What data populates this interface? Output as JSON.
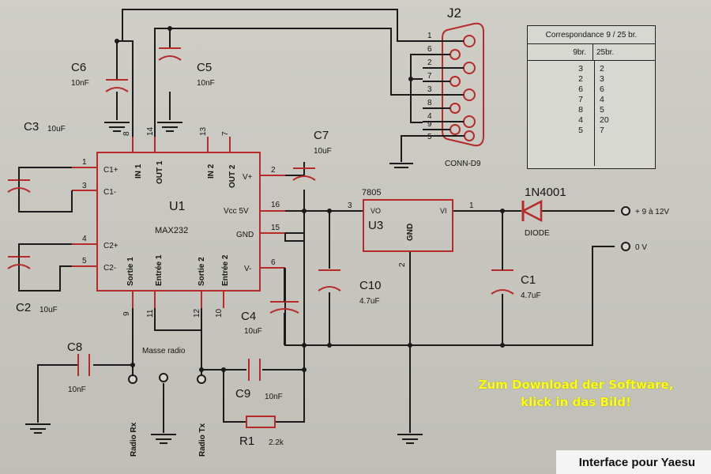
{
  "components": {
    "u1": {
      "ref": "U1",
      "part": "MAX232"
    },
    "u1_pins": {
      "c1p": "C1+",
      "c1m": "C1-",
      "c2p": "C2+",
      "c2m": "C2-",
      "in1": "IN 1",
      "out1": "OUT 1",
      "in2": "IN 2",
      "out2": "OUT 2",
      "vp": "V+",
      "vcc": "Vcc 5V",
      "gnd": "GND",
      "vm": "V-",
      "sortie1": "Sortie 1",
      "entree1": "Entrée 1",
      "sortie2": "Sortie 2",
      "entree2": "Entrée 2"
    },
    "u1_pin_numbers": {
      "p1": "1",
      "p3": "3",
      "p4": "4",
      "p5": "5",
      "p8": "8",
      "p14": "14",
      "p13": "13",
      "p7": "7",
      "p2": "2",
      "p16": "16",
      "p15": "15",
      "p6": "6",
      "p9": "9",
      "p11": "11",
      "p12": "12",
      "p10": "10"
    },
    "u3": {
      "ref": "U3",
      "part": "7805",
      "vo": "VO",
      "vi": "VI",
      "gnd": "GND",
      "pin1": "1",
      "pin2": "2",
      "pin3": "3"
    },
    "j2": {
      "ref": "J2",
      "type": "CONN-D9",
      "pins": [
        "1",
        "6",
        "2",
        "7",
        "3",
        "8",
        "4",
        "9",
        "5"
      ]
    },
    "capacitors": {
      "c1": {
        "ref": "C1",
        "value": "4.7uF"
      },
      "c2": {
        "ref": "C2",
        "value": "10uF"
      },
      "c3": {
        "ref": "C3",
        "value": "10uF"
      },
      "c4": {
        "ref": "C4",
        "value": "10uF"
      },
      "c5": {
        "ref": "C5",
        "value": "10nF"
      },
      "c6": {
        "ref": "C6",
        "value": "10nF"
      },
      "c7": {
        "ref": "C7",
        "value": "10uF"
      },
      "c8": {
        "ref": "C8",
        "value": "10nF"
      },
      "c9": {
        "ref": "C9",
        "value": "10nF"
      },
      "c10": {
        "ref": "C10",
        "value": "4.7uF"
      }
    },
    "r1": {
      "ref": "R1",
      "value": "2.2k"
    },
    "diode": {
      "ref": "1N4001",
      "label": "DIODE"
    }
  },
  "terminals": {
    "supply_plus": "+ 9 à 12V",
    "supply_zero": "0 V",
    "radio_rx": "Radio Rx",
    "radio_tx": "Radio Tx",
    "masse_radio": "Masse radio"
  },
  "table": {
    "title": "Correspondance 9 / 25 br.",
    "col9": "9br.",
    "col25": "25br.",
    "rows9": [
      "3",
      "2",
      "6",
      "7",
      "8",
      "4",
      "5"
    ],
    "rows25": [
      "2",
      "3",
      "6",
      "4",
      "5",
      "20",
      "7"
    ]
  },
  "download_link": {
    "line1": "Zum Download der Software,",
    "line2": "klick in das Bild!"
  },
  "caption": "Interface pour Yaesu",
  "colors": {
    "component_red": "#b62a2a",
    "wire": "#1b1b1b",
    "link_yellow": "#ffff10"
  }
}
